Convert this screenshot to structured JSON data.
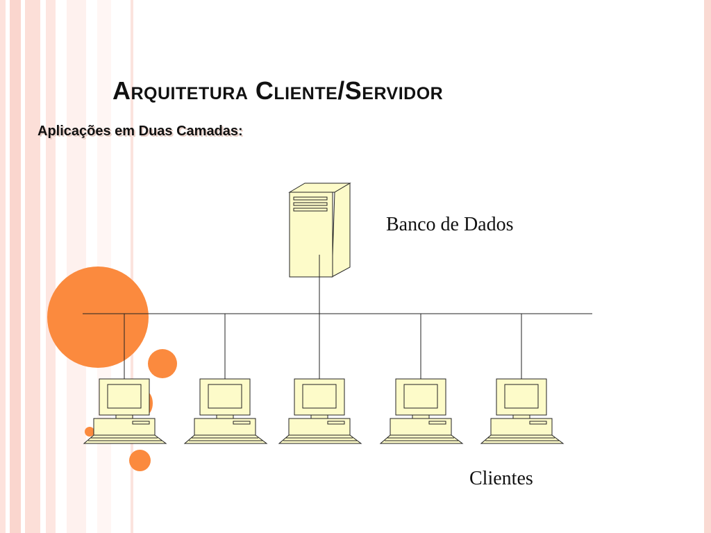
{
  "slide": {
    "title": "Arquitetura Cliente/Servidor",
    "subtitle": "Aplicações em Duas Camadas:"
  },
  "diagram": {
    "server_label": "Banco de Dados",
    "clients_label": "Clientes",
    "client_count": 5,
    "device_fill": "#fdfbc9",
    "line_color": "#222222"
  },
  "theme": {
    "accent": "#fb8a3e",
    "stripe": "#fad9d2"
  }
}
